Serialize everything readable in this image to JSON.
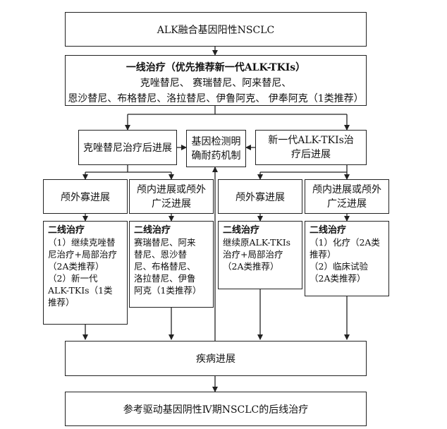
{
  "top": "ALK融合基因阳性NSCLC",
  "first_line": {
    "title": "一线治疗（优先推荐新一代ALK-TKIs）",
    "line2": "克唑替尼、 赛瑞替尼、阿来替尼、",
    "line3": "恩沙替尼、布格替尼、洛拉替尼、伊鲁阿克、 伊奉阿克（1类推荐）"
  },
  "left_progress": "克唑替尼治疗后进展",
  "gene_test": {
    "line1": "基因检测明",
    "line2": "确耐药机制"
  },
  "right_progress": {
    "line1": "新一代ALK-TKIs治",
    "line2": "疗后进展"
  },
  "l1": "颅外寡进展",
  "l2": {
    "line1": "颅内进展或颅外",
    "line2": "广泛进展"
  },
  "r1": "颅外寡进展",
  "r2": {
    "line1": "颅内进展或颅外",
    "line2": "广泛进展"
  },
  "t1": {
    "title": "二线治疗",
    "lines": [
      "（1）继续克唑替",
      "尼治疗+局部治疗",
      "（2A类推荐）",
      "（2）新一代",
      "ALK-TKIs（1类",
      "推荐）"
    ]
  },
  "t2": {
    "title": "二线治疗",
    "lines": [
      "赛瑞替尼、阿来",
      "替尼、恩沙替",
      "尼、布格替尼、",
      "洛拉替尼、伊鲁",
      "阿克（1类推荐）"
    ]
  },
  "t3": {
    "title": "二线治疗",
    "lines": [
      "继续原ALK-TKIs",
      "治疗+局部治疗",
      "（2A类推荐）"
    ]
  },
  "t4": {
    "title": "二线治疗",
    "lines": [
      "（1）化疗（2A类",
      "推荐）",
      "（2）临床试验",
      "（2A类推荐）"
    ]
  },
  "disease_progress": "疾病进展",
  "bottom": "参考驱动基因阴性Ⅳ期NSCLC的后线治疗"
}
